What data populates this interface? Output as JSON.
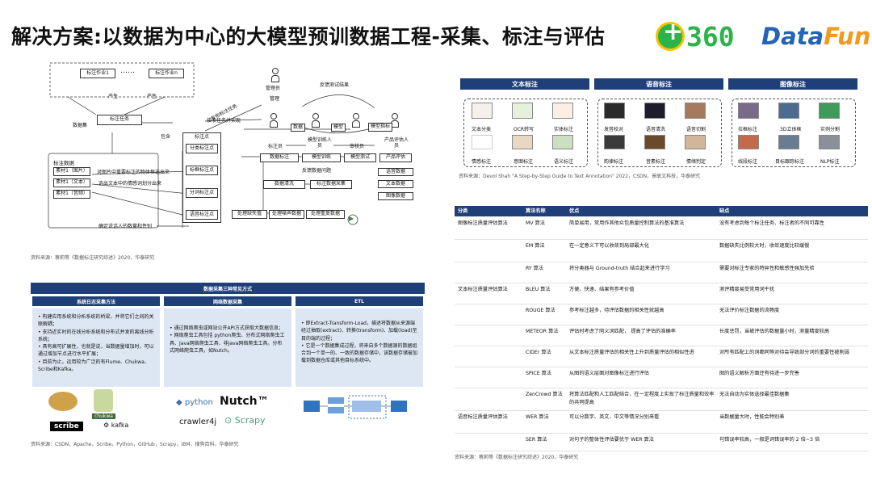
{
  "title": "解决方案:以数据为中心的大模型预训数据工程-采集、标注与评估",
  "logos": {
    "q360": "360",
    "datafun_a": "Data",
    "datafun_b": "Fun."
  },
  "flow": {
    "labels": {
      "job1": "标注作业1",
      "jobn": "标注作业n",
      "produce1": "产生",
      "produce2": "产生",
      "task": "标注任务",
      "dataset_label": "数据集",
      "contain": "包含",
      "rect": "标注点",
      "points": [
        "分类标注点",
        "标框标注点",
        "分词标注点",
        "语音标注点"
      ],
      "manager": "管理员",
      "manage": "管理",
      "publish": "发布标注任务",
      "accept": "接收任务并实现",
      "feedback_result": "反馈测试结果",
      "labeler": "标注员",
      "trainer": "模型训练人员",
      "auditor": "审核员",
      "evaluator": "产品评估人员",
      "data": "数据",
      "model": "模型",
      "model_index": "模型指标",
      "steps": [
        "数据标注",
        "模型训练",
        "模型测试",
        "产品评估"
      ],
      "feedback_data": "反馈数据问题",
      "data_clean": "数据清洗",
      "data_collect": "标注数据采集",
      "stores": [
        "语音数据",
        "文本数据",
        "图像数据"
      ],
      "handles": [
        "处理缺失值",
        "处理噪声数据",
        "处理重复数据"
      ],
      "sample_title": "标注数据",
      "samples": [
        "素材1（图片）",
        "素材1（文本）",
        "素材1（音频）"
      ],
      "notes": [
        "对图片中重要标注的物体框选出来",
        "选出文本中的情感词划分出来",
        "确定说话人的数量和性别"
      ]
    },
    "source": "资料来源：蔡莉等《数据标注研究综述》2020，华泰研究"
  },
  "anno": {
    "headers": [
      "文本标注",
      "语音标注",
      "图像标注"
    ],
    "text_items": [
      "文本分类",
      "OCR转写",
      "实体标注",
      "情感标注",
      "意图标注",
      "语义标注"
    ],
    "voice_items": [
      "发音校对",
      "语音清洗",
      "语音切割",
      "韵律标注",
      "音素标注",
      "情绪判定"
    ],
    "image_items": [
      "拉框标注",
      "3D立体框",
      "实例分割",
      "线段标注",
      "目标跟踪标注",
      "NLP标注"
    ],
    "source": "资料来源：Devol Shah \"A Step-by-Step Guide to Text Annotation\" 2022，CSDN，景联文科技，华泰研究"
  },
  "collect": {
    "title": "数据采集三种常见方式",
    "cols": [
      {
        "header": "系统日志采集方法",
        "bullets": [
          "构建应用系统和分析系统的桥梁，并将它们之间的关联解耦；",
          "支持近实时的在线分析系统和分布式并发的离线分析系统；",
          "具有高可扩展性，也就是说，当数据量增加时，可以通过增加节点进行水平扩展；",
          "目前为止，运用较为广泛的有Flume、Chukwa、Scribe和Kafka。"
        ],
        "logos": [
          "scribe",
          "chukwa",
          "kafka"
        ]
      },
      {
        "header": "网络数据采集",
        "bullets": [
          "通过网络爬虫或网站公开API方式获取大数据信息；",
          "网络爬虫工具包括 python爬虫、分布式网络爬虫工具、Java网络爬虫工具、非Java网络爬虫工具。分布式网络爬虫工具，如Nutch。"
        ],
        "logos": [
          "python",
          "Nutch™",
          "crawler4j",
          "Scrapy"
        ]
      },
      {
        "header": "ETL",
        "bullets": [
          "即Extract-Transform-Load，描述将数据从来源端经过抽取(extract)、转换(transform)、加载(load)至目的端的过程；",
          "它是一个数据集成过程，将来自多个数据源的数据组合到一个单一的、一致的数据存储中，该数据存储被加载到数据仓库或其他目标系统中。"
        ]
      }
    ],
    "source": "资料来源：CSDN，Apache，Scribe，Python，GitHub，Scrapy，IBM，搜狗百科，华泰研究"
  },
  "table": {
    "headers": [
      "分类",
      "算法名称",
      "优点",
      "缺点"
    ],
    "rows": [
      [
        "图像标注质量评估算法",
        "MV 算法",
        "简单易用，常用作其他众包质量控制算法的基准算法",
        "没有考虑到每个标注任务、标注者的不同可靠性"
      ],
      [
        "",
        "EM 算法",
        "在一定意义下可以收敛到局部最大化",
        "数据缺失比例较大时，收敛速度比较缓慢"
      ],
      [
        "",
        "RY 算法",
        "将分类器与 Ground-truth 结合起来进行学习",
        "需要对标注专家的特异性和敏感性强加先验"
      ],
      [
        "文本标注质量评估算法",
        "BLEU 算法",
        "方便、快速、结果有参考价值",
        "测评精度易受常用词干扰"
      ],
      [
        "",
        "ROUGE 算法",
        "参考标注越多，待评估数据的相关性就越高",
        "无法评价标注数据的流畅度"
      ],
      [
        "",
        "METEOR 算法",
        "评估时考虑了同义词匹配，  提高了评估的准确率",
        "长度惩罚，当被评估的数据量小时，测量精度较高"
      ],
      [
        "",
        "CIDEr 算法",
        "从文本标注质量评估的相关性上升到质量评估的相似性进",
        "对所有匹配上的词都同等对待会导致部分词的重要性被削弱"
      ],
      [
        "",
        "SPICE 算法",
        "从图的语义层面对图像标注进行评估",
        "图的语义解析方面还有待进一步完善"
      ],
      [
        "",
        "ZenCrowd 算法",
        "将算法匹配和人工匹配结合，在一定程度上实现了标注质量和效率的共同提高",
        "无法自动为实体选择最佳数据集"
      ],
      [
        "语音标注质量评估算法",
        "WER 算法",
        "可以分数字、英文、中文等情况分别来看",
        "当数据量大时，性能会特别差"
      ],
      [
        "",
        "SER 算法",
        "对句子的整体性评估要优于 WER 算法",
        "句错误率较高，一般是词错误率的 2 倍~3 倍"
      ]
    ],
    "source": "资料来源：蔡莉等《数据标注研究综述》2020，华泰研究"
  }
}
